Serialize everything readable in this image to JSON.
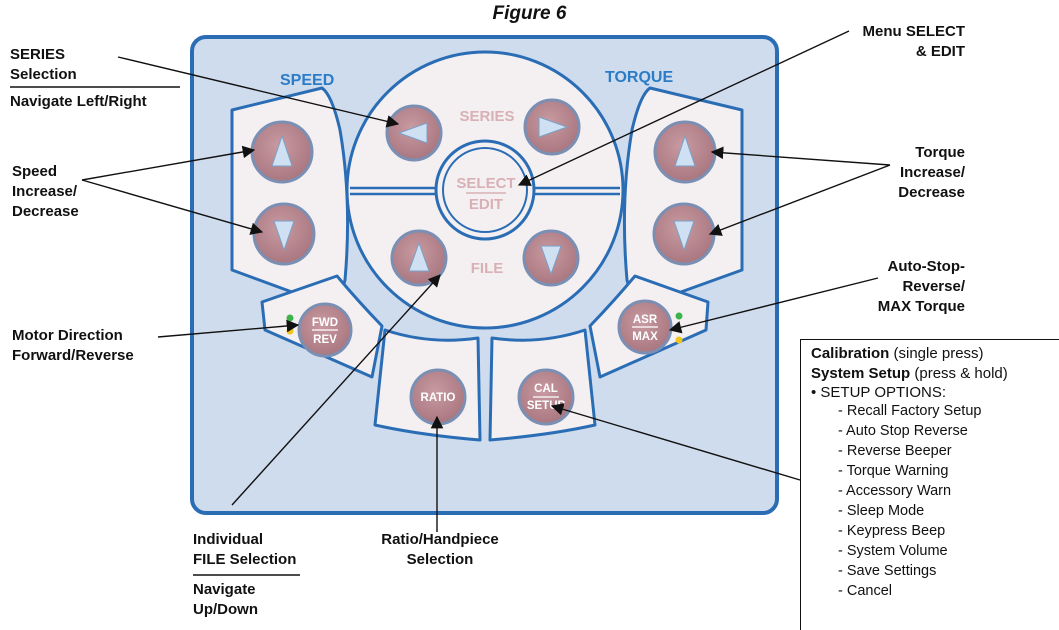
{
  "figure_title": "Figure 6",
  "panel": {
    "speed_label": "SPEED",
    "torque_label": "TORQUE",
    "series_label": "SERIES",
    "file_label": "FILE",
    "select_label": "SELECT",
    "edit_label": "EDIT",
    "fwd_label": "FWD",
    "rev_label": "REV",
    "asr_label": "ASR",
    "max_label": "MAX",
    "ratio_label": "RATIO",
    "cal_label": "CAL",
    "setup_label": "SETUP"
  },
  "callouts": {
    "series_line1": "SERIES",
    "series_line2": "Selection",
    "navigate_lr": "Navigate Left/Right",
    "speed_line1": "Speed",
    "speed_line2": "Increase/",
    "speed_line3": "Decrease",
    "motor_line1": "Motor Direction",
    "motor_line2": "Forward/Reverse",
    "individual_line1": "Individual",
    "individual_line2": "FILE Selection",
    "navigate_line1": "Navigate",
    "navigate_line2": "Up/Down",
    "ratio_line1": "Ratio/Handpiece",
    "ratio_line2": "Selection",
    "menu_line1": "Menu SELECT",
    "menu_line2": "& EDIT",
    "torque_line1": "Torque",
    "torque_line2": "Increase/",
    "torque_line3": "Decrease",
    "asr_line1": "Auto-Stop-",
    "asr_line2": "Reverse/",
    "asr_line3": "MAX Torque"
  },
  "setup_box": {
    "calibration_bold": "Calibration",
    "calibration_rest": " (single press)",
    "system_setup_bold": "System Setup",
    "system_setup_rest": " (press & hold)",
    "options_header": "• SETUP OPTIONS:",
    "options": [
      "- Recall Factory Setup",
      "- Auto Stop Reverse",
      "- Reverse Beeper",
      "- Torque Warning",
      "- Accessory Warn",
      "- Sleep Mode",
      "- Keypress Beep",
      "- System Volume",
      "- Save Settings",
      "- Cancel"
    ]
  },
  "colors": {
    "panel_fill": "#cfdcee",
    "panel_border": "#2b6db5",
    "accent_blue": "#2b7cc6",
    "button_fill": "#b98a92",
    "button_ring": "#7a8fb3",
    "led_green": "#3cb44a",
    "led_yellow": "#f0c419"
  }
}
